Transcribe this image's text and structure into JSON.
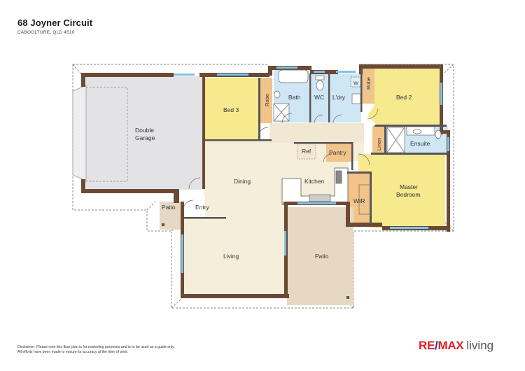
{
  "header": {
    "address": "68 Joyner Circuit",
    "suburb": "CABOOLTURE, QLD 4510"
  },
  "rooms": {
    "double_garage": [
      "Double",
      "Garage"
    ],
    "bed3": "Bed 3",
    "robe_bed3": "Robe",
    "bath": "Bath",
    "wc": "WC",
    "laundry": "L'dry",
    "washer": "W",
    "robe_bed2": "Robe",
    "bed2": "Bed 2",
    "linen": "Linen",
    "ensuite": "Ensuite",
    "ref": "Ref",
    "pantry": "Pantry",
    "dining": "Dining",
    "kitchen": "Kitchen",
    "wir": "WIR",
    "master_bedroom": [
      "Master",
      "Bedroom"
    ],
    "patio_small": "Patio",
    "entry": "Entry",
    "living": "Living",
    "patio_large": "Patio"
  },
  "colors": {
    "wall": "#6b4a35",
    "living_area": "#f5eedb",
    "bedroom": "#f7e98e",
    "wet_area": "#cfe7f5",
    "robe": "#f2c48a",
    "garage": "#e3e3e5",
    "patio": "#e6d8c3",
    "window": "#7cc4e6"
  },
  "footer": {
    "disclaimer_line1": "Disclaimer: Please note this floor plan is for marketing purposes and is to be used as a guide only.",
    "disclaimer_line2": "All efforts have been made to ensure its accuracy at the time of print.",
    "logo_brand_left": "RE",
    "logo_brand_slash": "/",
    "logo_brand_right": "MAX",
    "logo_sub": "living"
  }
}
